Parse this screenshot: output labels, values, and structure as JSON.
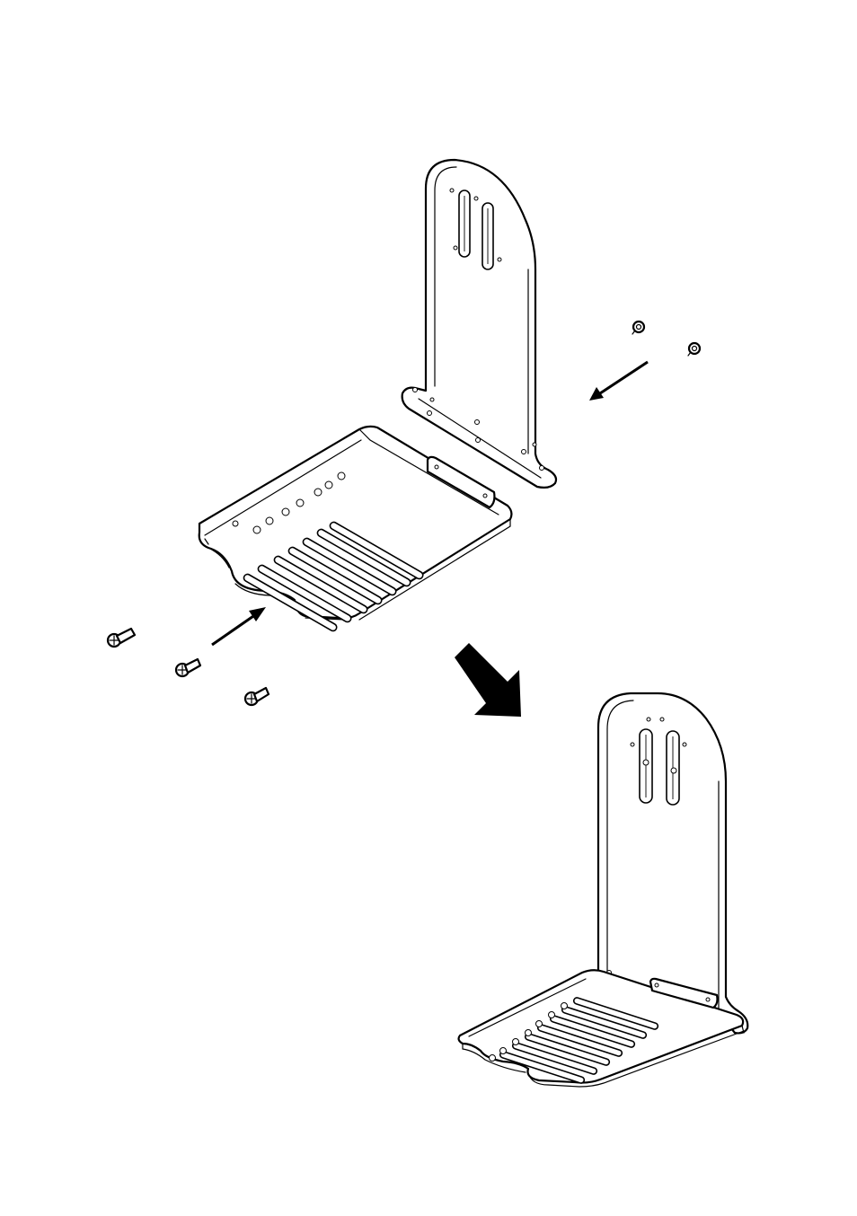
{
  "figure": {
    "kind": "assembly-diagram",
    "steps": [
      "exploded-view",
      "assembled-view"
    ],
    "parts": [
      "vertical-bracket",
      "grated-shelf",
      "short-screws",
      "threaded-screws"
    ],
    "line_color": "#000000",
    "background": "#ffffff"
  }
}
